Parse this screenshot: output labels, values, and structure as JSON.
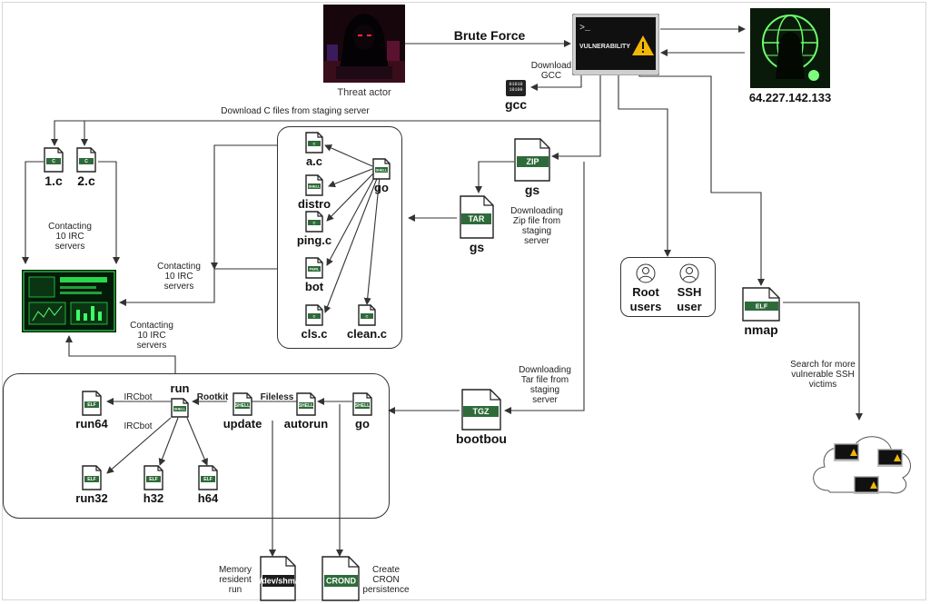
{
  "nodes": {
    "threat_actor": "Threat actor",
    "vulnerability": "VULNERABILITY",
    "c2_ip": "64.227.142.133",
    "gcc": "gcc",
    "file_1c": "1.c",
    "file_2c": "2.c",
    "a_c": "a.c",
    "distro": "distro",
    "ping_c": "ping.c",
    "bot": "bot",
    "cls_c": "cls.c",
    "clean_c": "clean.c",
    "go_top": "go",
    "gs_zip": "gs",
    "gs_tar": "gs",
    "root_users": "Root\nusers",
    "ssh_user": "SSH\nuser",
    "nmap": "nmap",
    "bootbou": "bootbou",
    "run": "run",
    "run64": "run64",
    "run32": "run32",
    "h32": "h32",
    "h64": "h64",
    "update": "update",
    "autorun": "autorun",
    "go_bottom": "go"
  },
  "badges": {
    "c": "C",
    "shell": "SHELL",
    "zip": "ZIP",
    "tar": "TAR",
    "tgz": "TGZ",
    "elf": "ELF",
    "perl": "PERL",
    "gcc_bits": "01010\n10100",
    "devshm": "/dev/shm/",
    "crond": "CROND"
  },
  "labels": {
    "brute_force": "Brute Force",
    "download_gcc": "Download\nGCC",
    "download_c": "Download C files from staging server",
    "contacting_a": "Contacting\n10 IRC\nservers",
    "contacting_b": "Contacting\n10 IRC\nservers",
    "contacting_c": "Contacting\n10 IRC\nservers",
    "downloading_zip": "Downloading\nZip file from\nstaging\nserver",
    "downloading_tar": "Downloading\nTar file from\nstaging\nserver",
    "search_ssh": "Search for more\nvulnerable SSH\nvictims",
    "ircbot_1": "IRCbot",
    "ircbot_2": "IRCbot",
    "rootkit": "Rootkit",
    "fileless": "Fileless",
    "memory_resident": "Memory\nresident\nrun",
    "create_cron": "Create\nCRON\npersistence"
  },
  "colors": {
    "badge": "#2f6b3a",
    "arrow": "#333333",
    "warning": "#f2b705"
  },
  "icons": [
    "hacker-icon",
    "vulnerability-terminal-icon",
    "c2-server-icon",
    "irc-console-icon",
    "cloud-icon",
    "user-icon",
    "file-icon"
  ]
}
